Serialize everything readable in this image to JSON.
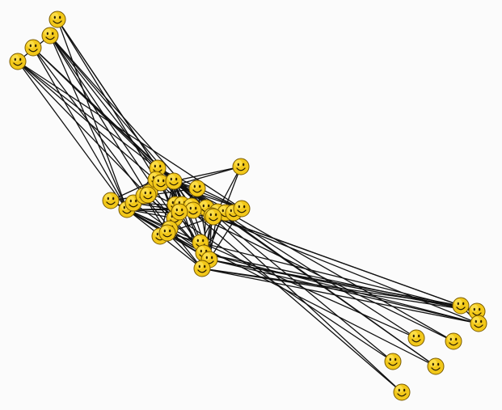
{
  "graph": {
    "node_icon": "smiley-face-icon",
    "colors": {
      "background": "#fbfbfb",
      "edge": "#111111",
      "node_fill": "#f2c81a",
      "node_highlight": "#ffe55a",
      "node_outline": "#7a5b00",
      "face_features": "#2a1c00"
    },
    "edges": [
      [
        "n0",
        "n5"
      ],
      [
        "n0",
        "n10"
      ],
      [
        "n0",
        "n14"
      ],
      [
        "n0",
        "n9"
      ],
      [
        "n1",
        "n5"
      ],
      [
        "n1",
        "n3"
      ],
      [
        "n1",
        "n12"
      ],
      [
        "n1",
        "n14"
      ],
      [
        "n2",
        "n5"
      ],
      [
        "n2",
        "n9"
      ],
      [
        "n2",
        "n7"
      ],
      [
        "n2",
        "n12"
      ],
      [
        "n3",
        "n5"
      ],
      [
        "n3",
        "n12"
      ],
      [
        "n4",
        "n5"
      ],
      [
        "n4",
        "n21"
      ],
      [
        "n4",
        "n7"
      ],
      [
        "n4",
        "n10"
      ],
      [
        "n5",
        "n12"
      ],
      [
        "n6",
        "n12"
      ],
      [
        "n8",
        "n12"
      ],
      [
        "n9",
        "n10"
      ],
      [
        "n9",
        "n6"
      ],
      [
        "n10",
        "n12"
      ],
      [
        "n11",
        "n12"
      ],
      [
        "n5",
        "n11"
      ],
      [
        "n13",
        "n12"
      ],
      [
        "n14",
        "n12"
      ],
      [
        "n15",
        "n12"
      ],
      [
        "n16",
        "n12"
      ],
      [
        "n17",
        "n12"
      ],
      [
        "n18",
        "n12"
      ],
      [
        "n19",
        "n12"
      ],
      [
        "n20",
        "n12"
      ],
      [
        "n21",
        "n12"
      ],
      [
        "n22",
        "n12"
      ],
      [
        "n24",
        "n12"
      ],
      [
        "n25",
        "n12"
      ],
      [
        "n3",
        "n20"
      ],
      [
        "n6",
        "n20"
      ],
      [
        "n5",
        "n20"
      ],
      [
        "n9",
        "n20"
      ],
      [
        "n10",
        "n20"
      ],
      [
        "n8",
        "n22"
      ],
      [
        "n7",
        "n26"
      ],
      [
        "n13",
        "n26"
      ],
      [
        "n14",
        "n26"
      ],
      [
        "n12",
        "n26"
      ],
      [
        "n4",
        "n26"
      ],
      [
        "n5",
        "n23"
      ],
      [
        "n9",
        "n23"
      ],
      [
        "n11",
        "n23"
      ],
      [
        "n1",
        "n23"
      ],
      [
        "n16",
        "n23"
      ],
      [
        "n21",
        "n23"
      ],
      [
        "n23",
        "n26"
      ],
      [
        "n19",
        "n28"
      ],
      [
        "n20",
        "n28"
      ],
      [
        "n5",
        "n28"
      ],
      [
        "n1",
        "n27"
      ],
      [
        "n2",
        "n27"
      ],
      [
        "n6",
        "n27"
      ],
      [
        "n15",
        "n27"
      ],
      [
        "n20",
        "n27"
      ],
      [
        "n12",
        "n30"
      ],
      [
        "n5",
        "n30"
      ],
      [
        "n6",
        "n30"
      ],
      [
        "n3",
        "n30"
      ],
      [
        "n8",
        "n30"
      ],
      [
        "n10",
        "n30"
      ],
      [
        "n12",
        "n31"
      ],
      [
        "n4",
        "n31"
      ],
      [
        "n20",
        "n31"
      ],
      [
        "n15",
        "n31"
      ],
      [
        "n17",
        "n31"
      ],
      [
        "n18",
        "n30"
      ],
      [
        "n21",
        "n31"
      ],
      [
        "n16",
        "n30"
      ],
      [
        "n13",
        "n30"
      ],
      [
        "n12",
        "n32"
      ],
      [
        "n5",
        "n32"
      ],
      [
        "n7",
        "n32"
      ],
      [
        "n22",
        "n32"
      ],
      [
        "n29",
        "n31"
      ],
      [
        "n29",
        "n32"
      ],
      [
        "n29",
        "n30"
      ],
      [
        "n29",
        "n26"
      ],
      [
        "n29",
        "n22"
      ],
      [
        "n26",
        "n30"
      ],
      [
        "n26",
        "n31"
      ],
      [
        "n26",
        "n32"
      ],
      [
        "n27",
        "n31"
      ],
      [
        "n27",
        "n32"
      ],
      [
        "n28",
        "n32"
      ],
      [
        "n28",
        "n26"
      ],
      [
        "n33",
        "n31"
      ],
      [
        "n33",
        "n32"
      ],
      [
        "n33",
        "n27"
      ],
      [
        "n33",
        "n28"
      ],
      [
        "n33",
        "n34"
      ],
      [
        "n34",
        "n30"
      ],
      [
        "n34",
        "n32"
      ],
      [
        "n34",
        "n29"
      ],
      [
        "n34",
        "n31"
      ],
      [
        "n35",
        "n31"
      ],
      [
        "n35",
        "n32"
      ],
      [
        "n35",
        "n30"
      ],
      [
        "n35",
        "n34"
      ],
      [
        "n35",
        "n33"
      ],
      [
        "n35",
        "n28"
      ],
      [
        "n36",
        "n5"
      ],
      [
        "n36",
        "n12"
      ],
      [
        "n37",
        "n8"
      ],
      [
        "n37",
        "n12"
      ],
      [
        "n38",
        "n12"
      ],
      [
        "n38",
        "n7"
      ],
      [
        "n39",
        "n12"
      ],
      [
        "n39",
        "n9"
      ],
      [
        "n39",
        "n4"
      ],
      [
        "n40",
        "n3"
      ],
      [
        "n40",
        "n12"
      ],
      [
        "n41",
        "n5"
      ],
      [
        "n41",
        "n12"
      ],
      [
        "n42",
        "n12"
      ],
      [
        "n42",
        "n20"
      ],
      [
        "n43",
        "n12"
      ],
      [
        "n43",
        "n1"
      ]
    ]
  }
}
